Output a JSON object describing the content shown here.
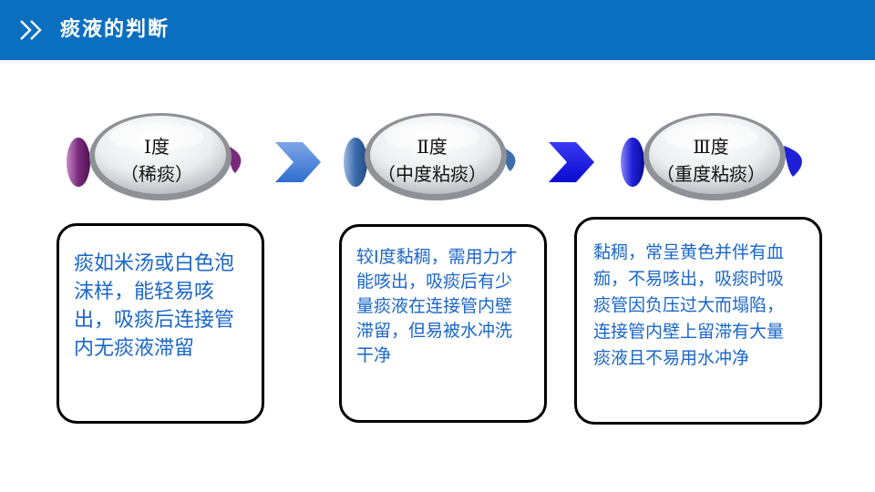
{
  "header": {
    "title": "痰液的判断",
    "icon": "double-chevron-right-icon",
    "background": "#0b6fc0"
  },
  "levels": [
    {
      "title": "Ⅰ度",
      "subtitle": "（稀痰）",
      "accent": "#7a2a7c",
      "description": "痰如米汤或白色泡沫样，能轻易咳出，吸痰后连接管内无痰液滞留"
    },
    {
      "title": "Ⅱ度",
      "subtitle": "（中度粘痰）",
      "accent": "#3c6dad",
      "description": "较Ⅰ度黏稠，需用力才能咳出，吸痰后有少量痰液在连接管内壁滞留，但易被水冲洗干净"
    },
    {
      "title": "Ⅲ度",
      "subtitle": "（重度粘痰）",
      "accent": "#1f1fd8",
      "description": "黏稠，常呈黄色并伴有血痂，不易咳出，吸痰时吸痰管因负压过大而塌陷，连接管内壁上留滞有大量痰液且不易用水冲净"
    }
  ],
  "arrows": [
    {
      "icon": "chevron-right-icon",
      "color": "#2f6fd0"
    },
    {
      "icon": "chevron-right-icon",
      "color": "#1515e6"
    }
  ],
  "text_color": "#1a66c8"
}
